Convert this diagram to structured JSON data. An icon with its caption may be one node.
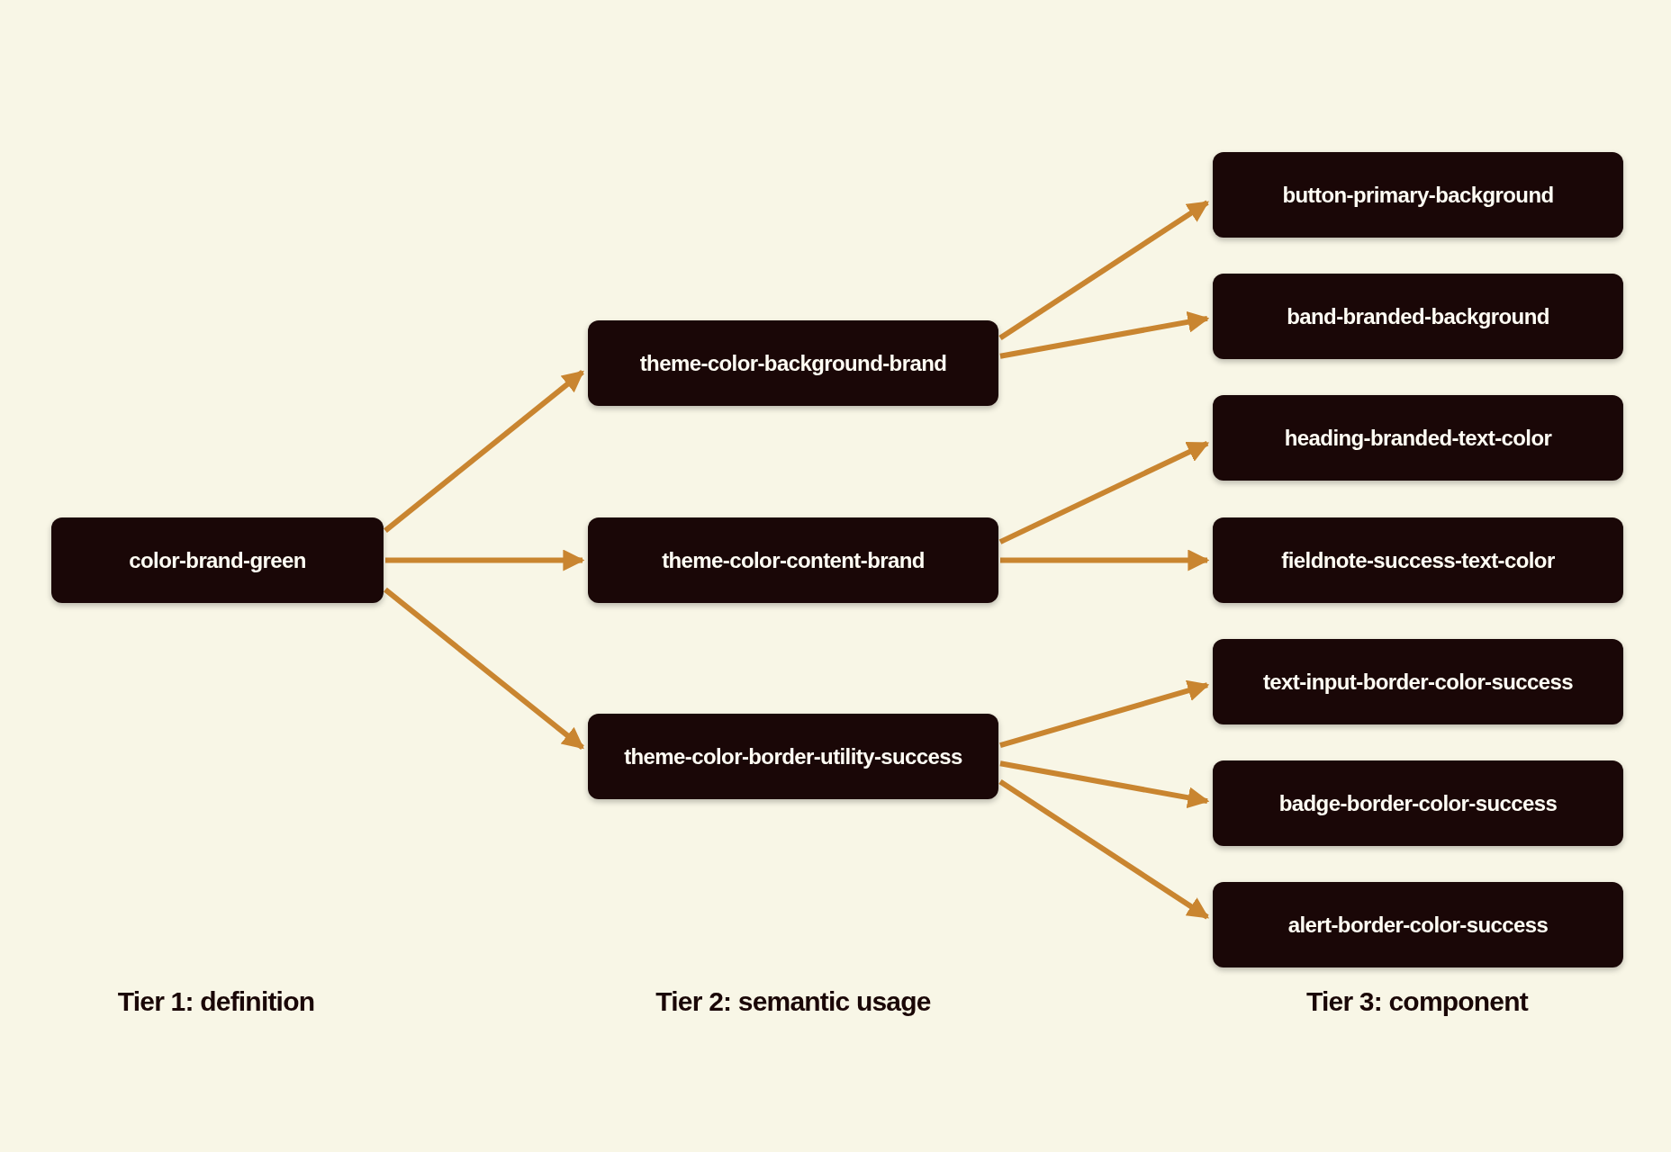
{
  "diagram": {
    "nodes": [
      {
        "text": [
          "color-brand-green"
        ]
      },
      {
        "text": [
          "theme-color-background-brand"
        ]
      },
      {
        "text": [
          "theme-color-content-brand"
        ]
      },
      {
        "text": [
          "theme-color-border-utility-success"
        ]
      },
      {
        "text": [
          "button-primary-background"
        ]
      },
      {
        "text": [
          "band-branded-background"
        ]
      },
      {
        "text": [
          "heading-branded-text-color"
        ]
      },
      {
        "text": [
          "fieldnote-success-text-color"
        ]
      },
      {
        "text": [
          "text-input-border-color-success"
        ]
      },
      {
        "text": [
          "badge-border-color-success"
        ]
      },
      {
        "text": [
          "alert-border-color-success"
        ]
      }
    ],
    "edges": [
      {
        "from": 0,
        "to": 1,
        "arrow": "to"
      },
      {
        "from": 0,
        "to": 2,
        "arrow": "to"
      },
      {
        "from": 0,
        "to": 3,
        "arrow": "to"
      },
      {
        "from": 1,
        "to": 4,
        "arrow": "to"
      },
      {
        "from": 1,
        "to": 5,
        "arrow": "to"
      },
      {
        "from": 2,
        "to": 6,
        "arrow": "to"
      },
      {
        "from": 2,
        "to": 7,
        "arrow": "to"
      },
      {
        "from": 3,
        "to": 8,
        "arrow": "to"
      },
      {
        "from": 3,
        "to": 9,
        "arrow": "to"
      },
      {
        "from": 3,
        "to": 10,
        "arrow": "to"
      }
    ],
    "labels": [
      "Tier 1: definition",
      "Tier 2: semantic usage",
      "Tier 3: component"
    ]
  }
}
